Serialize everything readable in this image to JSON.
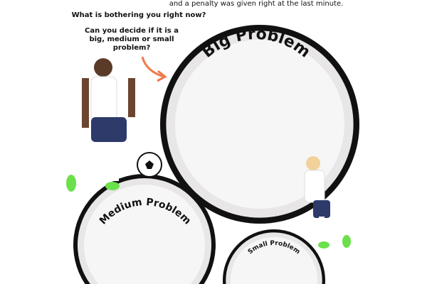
{
  "intro_cut_line": "and a penalty was given right at the last minute.",
  "question": "What is bothering you right now?",
  "instruction": "Can you decide if it is a big, medium or small problem?",
  "balls": {
    "big": "Big Problem",
    "medium": "Medium Problem",
    "small": "Small Problem"
  },
  "colors": {
    "arrow": "#f07a4a",
    "ball_panel": "#111111",
    "ball_face": "#f4f4f4"
  }
}
